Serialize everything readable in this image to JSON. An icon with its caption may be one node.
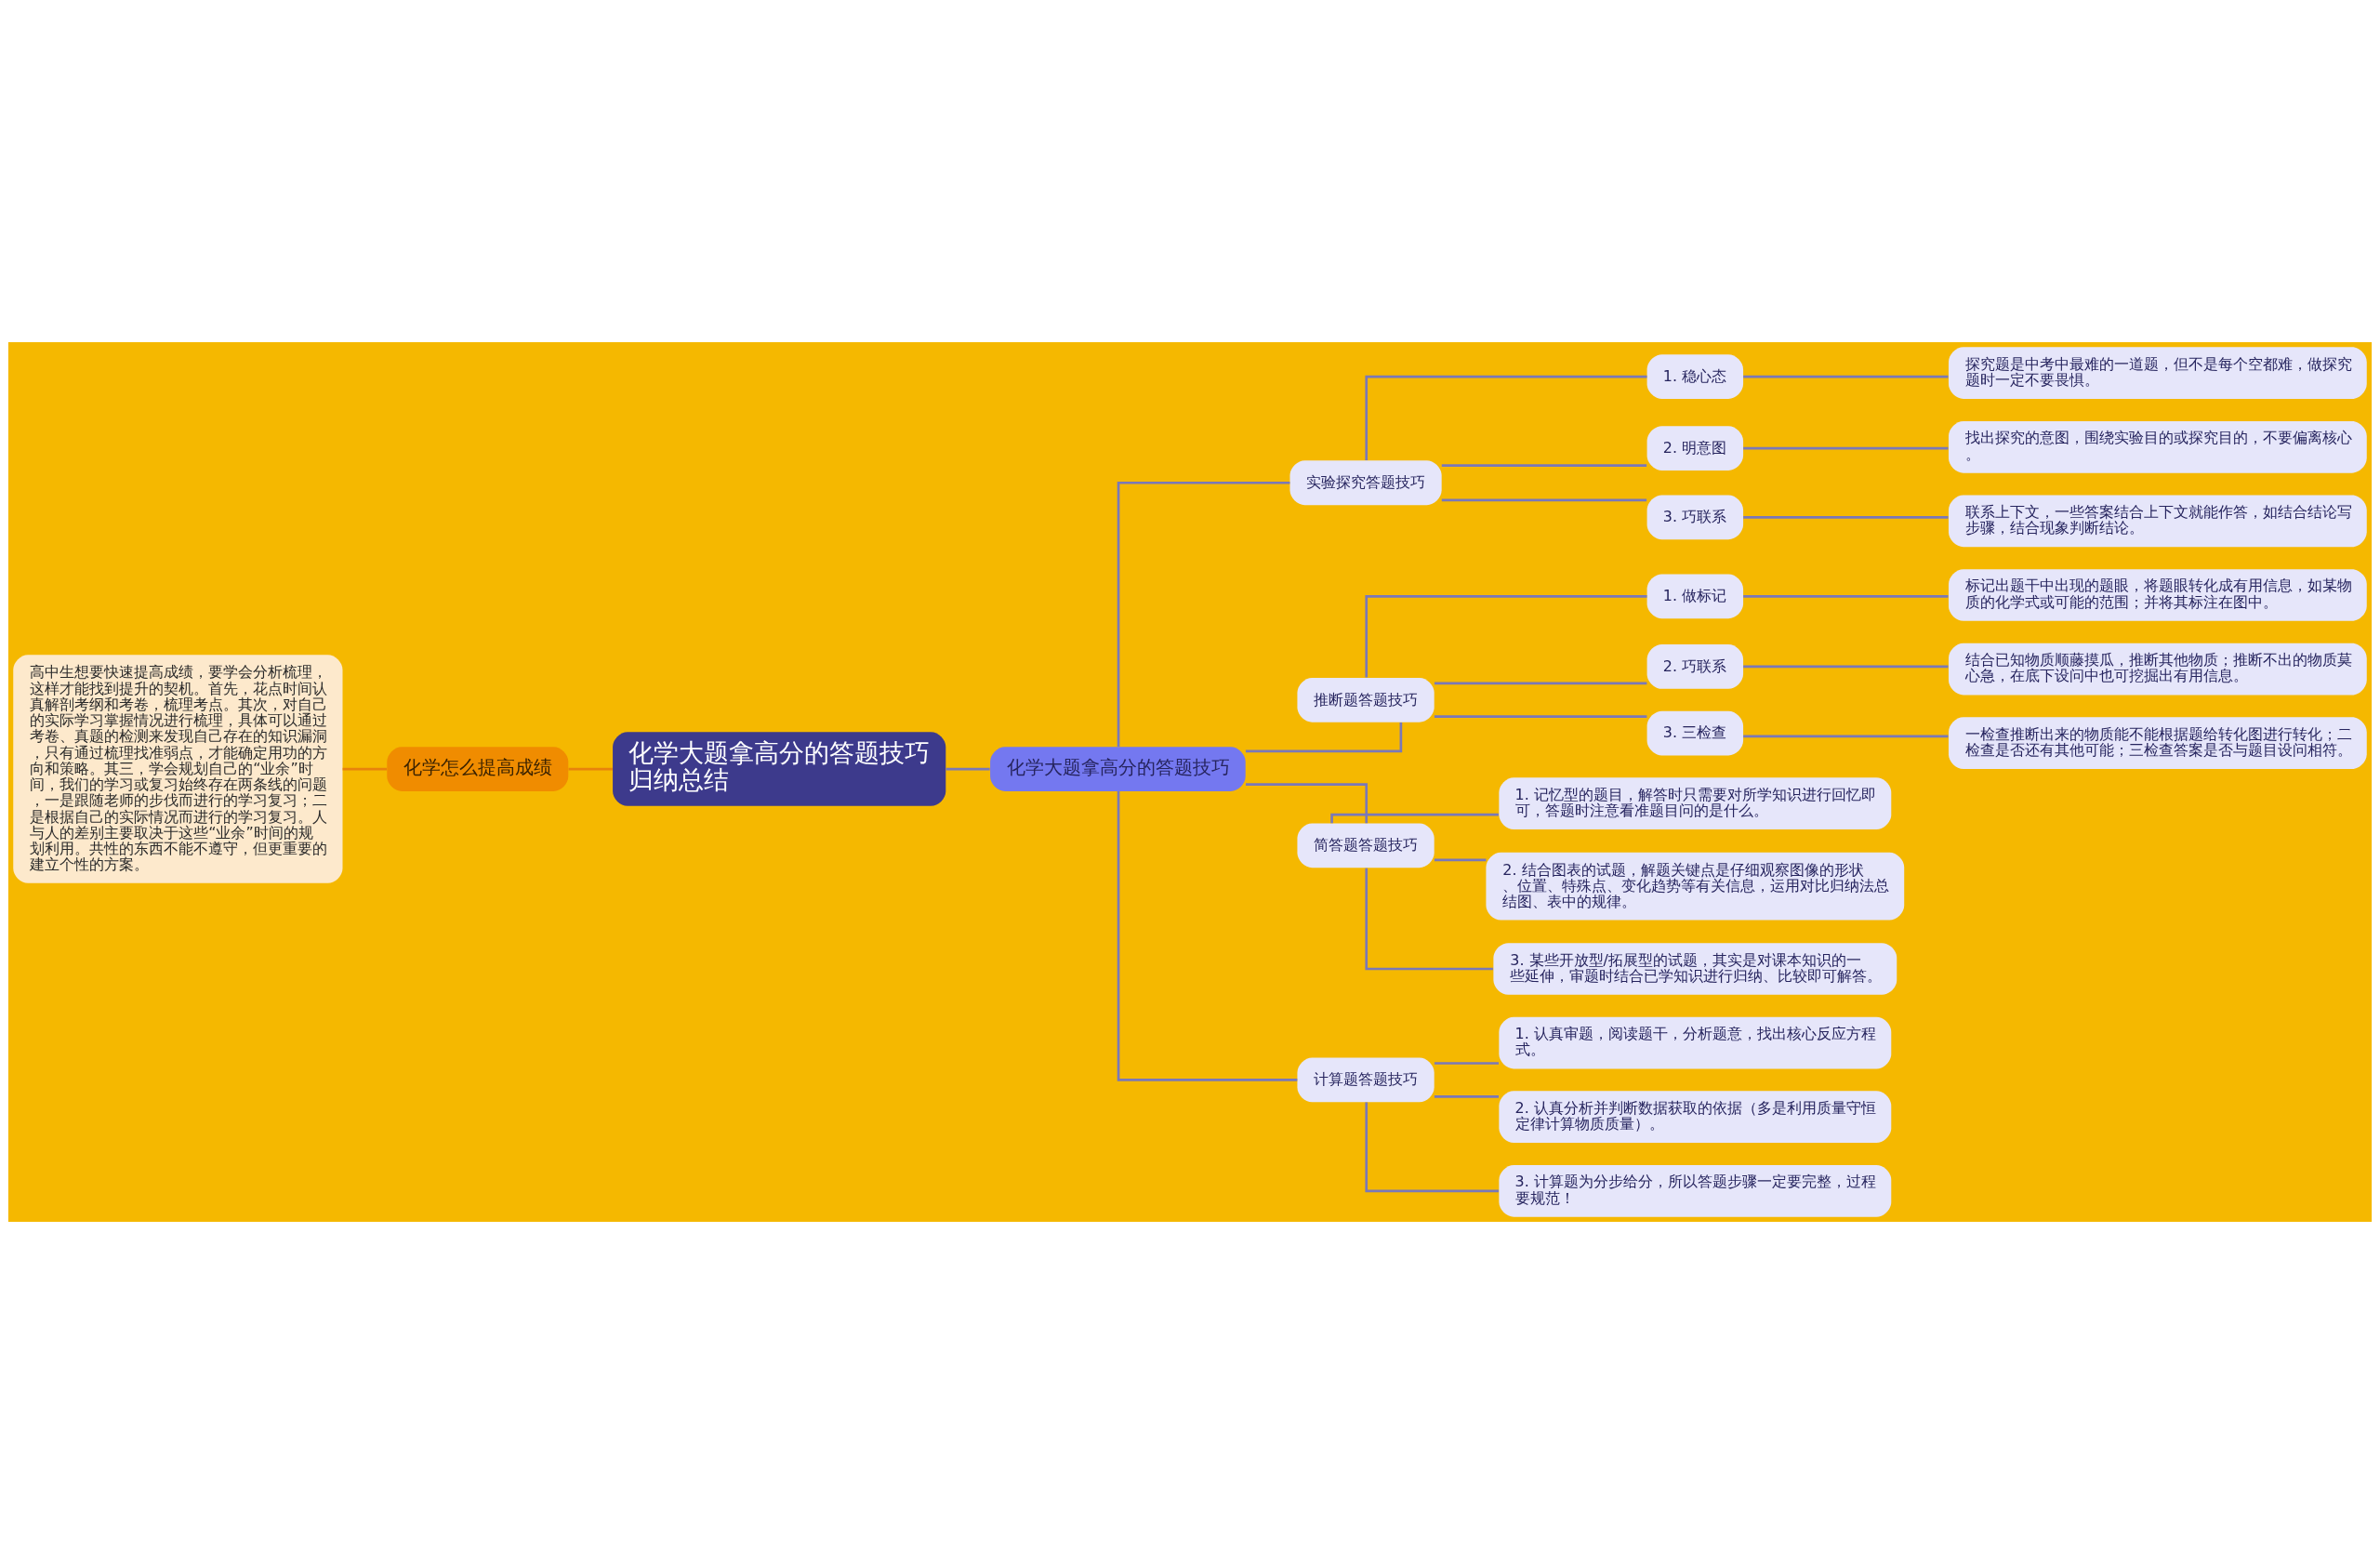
{
  "diagram": {
    "nodes": [
      {
        "text": [
          "化学大题拿高分的答题技巧归纳总结"
        ]
      },
      {
        "text": [
          "化学怎么提高成绩"
        ]
      },
      {
        "text": [
          "高中生想要快速提高成绩，要学会分析梳理，这样才能找到提升的契机。首先，花点时间认真解剖考纲和考卷，梳理考点。其次，对自己的实际学习掌握情况进行梳理，具体可以通过考卷、真题的检测来发现自己存在的知识漏洞，只有通过梳理找准弱点，才能确定用功的方向和策略。其三，学会规划自己的“业余”时间，我们的学习或复习始终存在两条线的问题，一是跟随老师的步伐而进行的学习复习；二是根据自己的实际情况而进行的学习复习。人与人的差别主要取决于这些“业余”时间的规划利用。共性的东西不能不遵守，但更重要的建立个性的方案。"
        ]
      },
      {
        "text": [
          "化学大题拿高分的答题技巧"
        ]
      },
      {
        "text": [
          "实验探究答题技巧"
        ]
      },
      {
        "text": [
          "1. 稳心态"
        ]
      },
      {
        "text": [
          "探究题是中考中最难的一道题，但不是每个空都难，做探究题时一定不要畏惧。"
        ]
      },
      {
        "text": [
          "2. 明意图"
        ]
      },
      {
        "text": [
          "找出探究的意图，围绕实验目的或探究目的，不要偏离核心。"
        ]
      },
      {
        "text": [
          "3. 巧联系"
        ]
      },
      {
        "text": [
          "联系上下文，一些答案结合上下文就能作答，如结合结论写步骤，结合现象判断结论。"
        ]
      },
      {
        "text": [
          "推断题答题技巧"
        ]
      },
      {
        "text": [
          "1. 做标记"
        ]
      },
      {
        "text": [
          "标记出题干中出现的题眼，将题眼转化成有用信息，如某物质的化学式或可能的范围；并将其标注在图中。"
        ]
      },
      {
        "text": [
          "2. 巧联系"
        ]
      },
      {
        "text": [
          "结合已知物质顺藤摸瓜，推断其他物质；推断不出的物质莫心急，在底下设问中也可挖掘出有用信息。"
        ]
      },
      {
        "text": [
          "3. 三检查"
        ]
      },
      {
        "text": [
          "一检查推断出来的物质能不能根据题给转化图进行转化；二检查是否还有其他可能；三检查答案是否与题目设问相符。"
        ]
      },
      {
        "text": [
          "简答题答题技巧"
        ]
      },
      {
        "text": [
          "1. 记忆型的题目，解答时只需要对所学知识进行回忆即可，答题时注意看准题目问的是什么。"
        ]
      },
      {
        "text": [
          "2. 结合图表的试题，解题关键点是仔细观察图像的形状、位置、特殊点、变化趋势等有关信息，运用对比归纳法总结图、表中的规律。"
        ]
      },
      {
        "text": [
          "3. 某些开放型/拓展型的试题，其实是对课本知识的一些延伸，审题时结合已学知识进行归纳、比较即可解答。"
        ]
      },
      {
        "text": [
          "计算题答题技巧"
        ]
      },
      {
        "text": [
          "1. 认真审题，阅读题干，分析题意，找出核心反应方程式。"
        ]
      },
      {
        "text": [
          "2. 认真分析并判断数据获取的依据（多是利用质量守恒定律计算物质质量）。"
        ]
      },
      {
        "text": [
          "3. 计算题为分步给分，所以答题步骤一定要完整，过程要规范！"
        ]
      }
    ],
    "edges": [
      {
        "from": 0,
        "to": 1,
        "arrow": "none",
        "color": "#e8820c"
      },
      {
        "from": 1,
        "to": 2,
        "arrow": "none",
        "color": "#e8820c"
      },
      {
        "from": 0,
        "to": 3,
        "arrow": "none"
      },
      {
        "from": 3,
        "to": 4,
        "arrow": "none"
      },
      {
        "from": 4,
        "to": 5,
        "arrow": "none"
      },
      {
        "from": 5,
        "to": 6,
        "arrow": "none"
      },
      {
        "from": 4,
        "to": 7,
        "arrow": "none"
      },
      {
        "from": 7,
        "to": 8,
        "arrow": "none"
      },
      {
        "from": 4,
        "to": 9,
        "arrow": "none"
      },
      {
        "from": 9,
        "to": 10,
        "arrow": "none"
      },
      {
        "from": 3,
        "to": 11,
        "arrow": "none"
      },
      {
        "from": 11,
        "to": 12,
        "arrow": "none"
      },
      {
        "from": 12,
        "to": 13,
        "arrow": "none"
      },
      {
        "from": 11,
        "to": 14,
        "arrow": "none"
      },
      {
        "from": 14,
        "to": 15,
        "arrow": "none"
      },
      {
        "from": 11,
        "to": 16,
        "arrow": "none"
      },
      {
        "from": 16,
        "to": 17,
        "arrow": "none"
      },
      {
        "from": 3,
        "to": 18,
        "arrow": "none"
      },
      {
        "from": 18,
        "to": 19,
        "arrow": "none"
      },
      {
        "from": 18,
        "to": 20,
        "arrow": "none"
      },
      {
        "from": 18,
        "to": 21,
        "arrow": "none"
      },
      {
        "from": 3,
        "to": 22,
        "arrow": "none"
      },
      {
        "from": 22,
        "to": 23,
        "arrow": "none"
      },
      {
        "from": 22,
        "to": 24,
        "arrow": "none"
      },
      {
        "from": 22,
        "to": 25,
        "arrow": "none"
      }
    ]
  }
}
